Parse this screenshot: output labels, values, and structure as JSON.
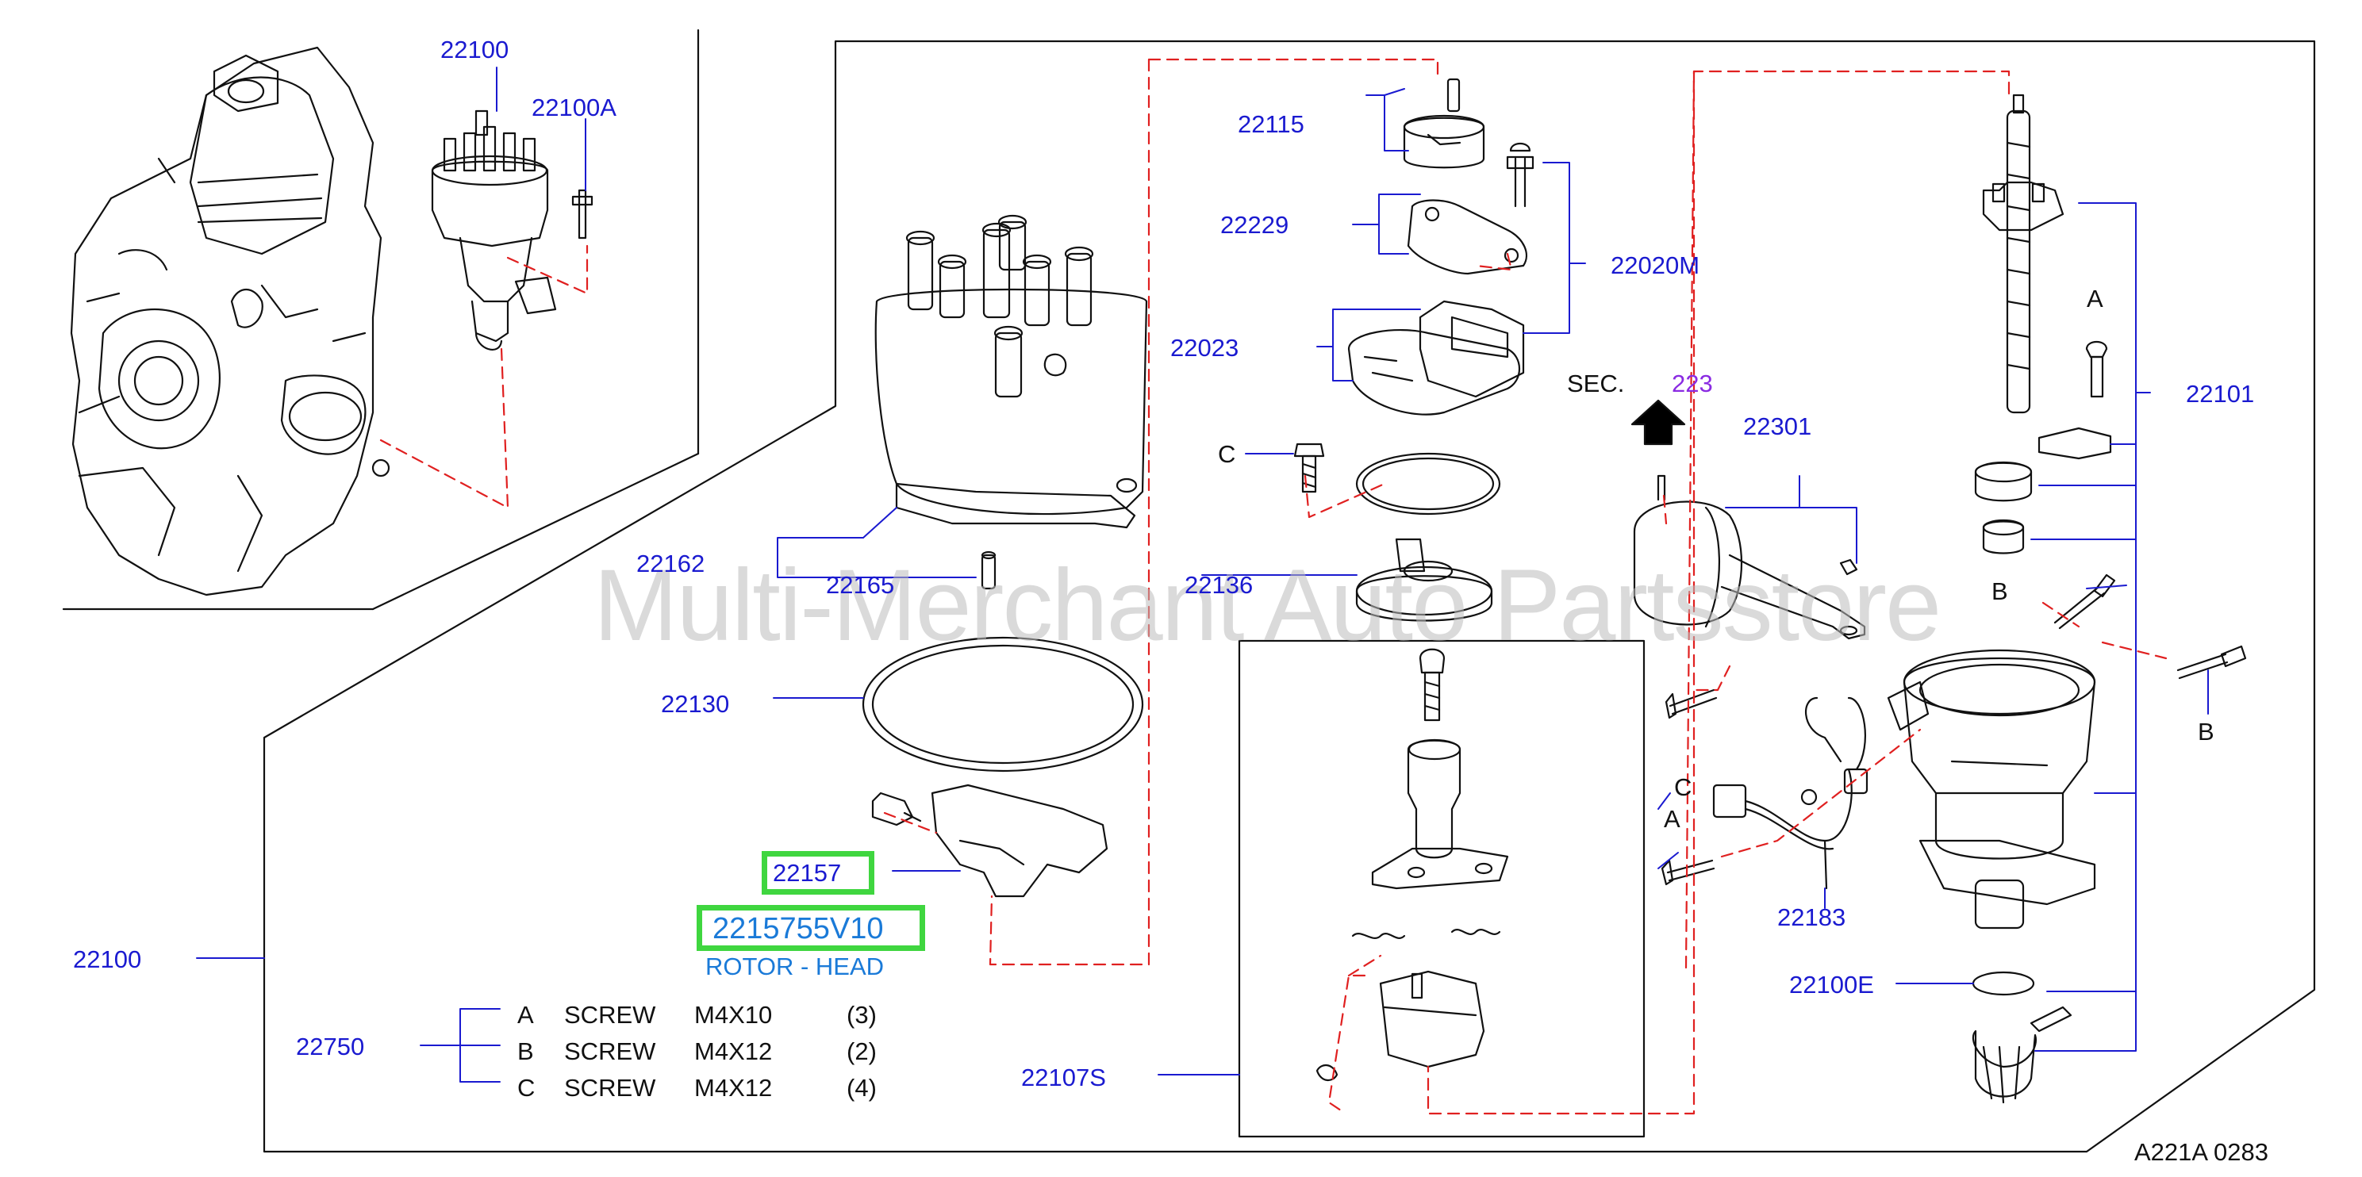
{
  "labels": {
    "p22100_top": "22100",
    "p22100A": "22100A",
    "p22115": "22115",
    "p22229": "22229",
    "p22020M": "22020M",
    "p22023": "22023",
    "sec_text": "SEC.",
    "sec_num": "223",
    "p22301": "22301",
    "p22101": "22101",
    "letter_A_top": "A",
    "letter_C_mid": "C",
    "p22162": "22162",
    "p22165": "22165",
    "p22136": "22136",
    "letter_B_mid": "B",
    "letter_B_right": "B",
    "p22130": "22130",
    "letter_C_lower": "C",
    "letter_A_lower": "A",
    "p22157": "22157",
    "p2215755V10": "2215755V10",
    "rotor_head": "ROTOR - HEAD",
    "p22183": "22183",
    "p22100_left": "22100",
    "p22100E": "22100E",
    "p22750": "22750",
    "p22107S": "22107S",
    "code_footer": "A221A   0283"
  },
  "screw_table": [
    {
      "letter": "A",
      "type": "SCREW",
      "size": "M4X10",
      "qty": "(3)"
    },
    {
      "letter": "B",
      "type": "SCREW",
      "size": "M4X12",
      "qty": "(2)"
    },
    {
      "letter": "C",
      "type": "SCREW",
      "size": "M4X12",
      "qty": "(4)"
    }
  ],
  "watermark": "Multi-Merchant Auto Partsstore",
  "colors": {
    "label_blue": "#1a1ad0",
    "section_purple": "#8a2be2",
    "rotor_blue": "#1a7ad8",
    "highlight_green": "#3fd63f",
    "dashed_red": "#e02020",
    "line": "#111111"
  }
}
